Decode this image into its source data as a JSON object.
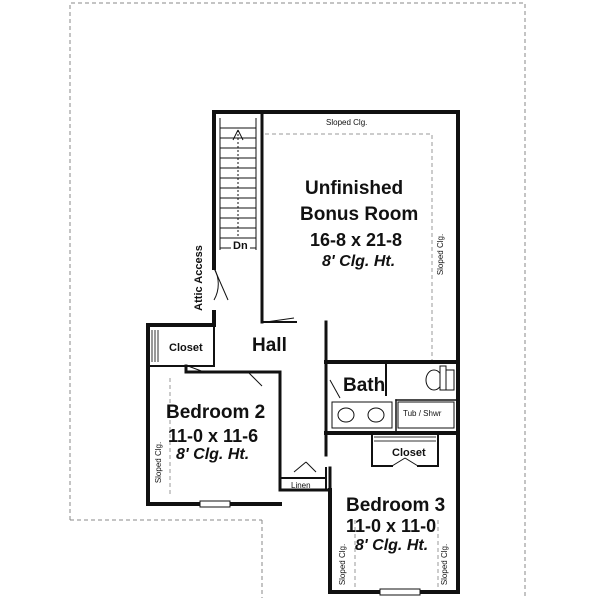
{
  "labels": {
    "sloped_top": "Sloped Clg.",
    "bonus_name_1": "Unfinished",
    "bonus_name_2": "Bonus Room",
    "bonus_dim": "16-8 x 21-8",
    "bonus_clg": "8' Clg. Ht.",
    "sloped_right_bonus": "Sloped Clg.",
    "dn": "Dn",
    "attic_access": "Attic Access",
    "hall": "Hall",
    "closet_1": "Closet",
    "bath": "Bath",
    "tub_shwr": "Tub / Shwr",
    "bedroom2_name": "Bedroom 2",
    "bedroom2_dim": "11-0 x 11-6",
    "bedroom2_clg": "8' Clg. Ht.",
    "sloped_left_bed2": "Sloped Clg.",
    "closet_2": "Closet",
    "linen": "Linen",
    "bedroom3_name": "Bedroom 3",
    "bedroom3_dim": "11-0 x 11-0",
    "bedroom3_clg": "8' Clg. Ht.",
    "sloped_left_bed3": "Sloped Clg.",
    "sloped_right_bed3": "Sloped Clg."
  },
  "colors": {
    "wall": "#111111",
    "dashed": "#888888",
    "background": "#ffffff"
  }
}
